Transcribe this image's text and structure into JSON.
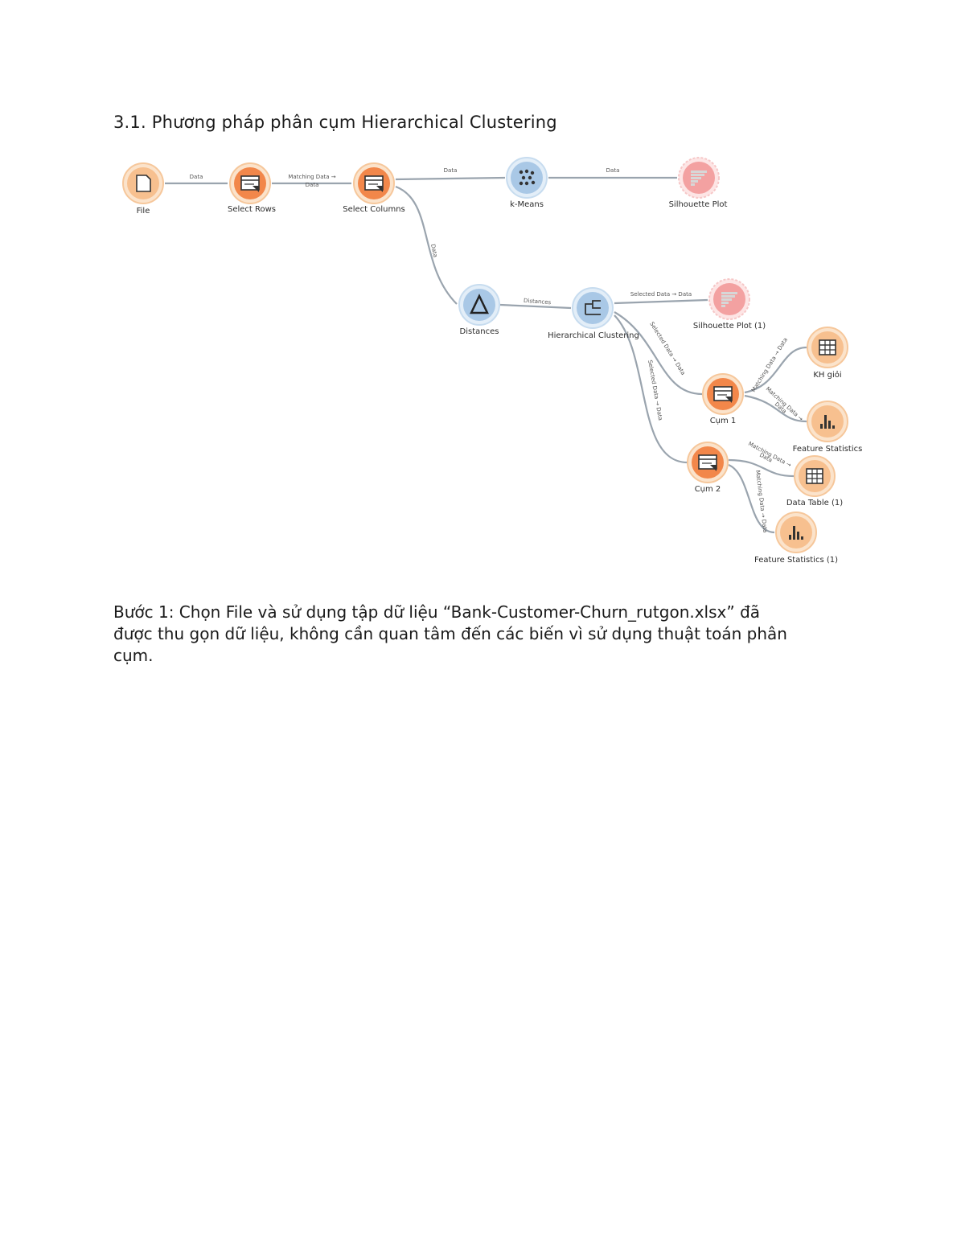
{
  "heading": "3.1. Phương pháp phân cụm Hierarchical Clustering",
  "workflow": {
    "nodes": {
      "file": "File",
      "select_rows": "Select Rows",
      "select_columns": "Select Columns",
      "kmeans": "k-Means",
      "silhouette_plot": "Silhouette Plot",
      "distances": "Distances",
      "hierarchical_clustering": "Hierarchical Clustering",
      "silhouette_plot_1": "Silhouette Plot (1)",
      "cum_1": "Cụm 1",
      "kh_gioi": "KH giỏi",
      "feature_statistics": "Feature Statistics",
      "cum_2": "Cụm 2",
      "data_table_1": "Data Table (1)",
      "feature_statistics_1": "Feature Statistics (1)"
    },
    "links": {
      "file_select_rows": "Data",
      "select_rows_select_columns_1": "Matching Data →",
      "select_rows_select_columns_2": "Data",
      "select_columns_kmeans": "Data",
      "kmeans_silhouette": "Data",
      "select_columns_distances": "Data",
      "distances_hierarchical": "Distances",
      "hier_silhouette_1": "Selected Data → Data",
      "hier_cum_1": "Selected Data → Data",
      "hier_cum_2": "Selected Data → Data",
      "cum_1_kh_gioi": "Matching Data → Data",
      "cum_1_feature_statistics_1": "Matching Data →",
      "cum_1_feature_statistics_2": "Data",
      "cum_2_data_table_1": "Matching Data →",
      "cum_2_data_table_2": "Data",
      "cum_2_feature_statistics_1": "Matching Data → Data"
    },
    "colors": {
      "orange_ring": "#f6c79b",
      "orange_fill": "#f2874a",
      "peach": "#f7c08f",
      "blue": "#a9c8e6",
      "pink": "#f3a1a1",
      "link": "#9aa4ae"
    }
  },
  "paragraph": {
    "line1": "Bước 1: Chọn File và sử dụng tập dữ liệu “Bank-Customer-Churn_rutgon.xlsx” đã",
    "line2": "được thu gọn dữ liệu, không cần quan tâm đến các biến vì sử dụng thuật toán phân",
    "line3": "cụm."
  }
}
